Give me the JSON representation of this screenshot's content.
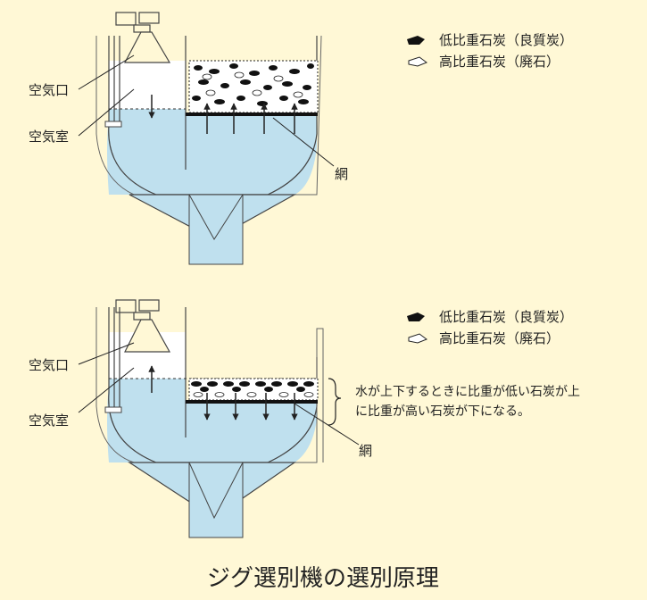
{
  "colors": {
    "background": "#fff8d6",
    "water": "#bfe0ee",
    "outline": "#444444",
    "air": "#ffffff"
  },
  "figures": [
    {
      "labels": {
        "air_inlet": "空気口",
        "air_chamber": "空気室",
        "mesh": "網"
      },
      "legend": [
        {
          "icon": "dark-coal-icon",
          "text": "低比重石炭（良質炭）"
        },
        {
          "icon": "light-stone-icon",
          "text": "高比重石炭（廃石）"
        }
      ],
      "air_arrow": "down",
      "flow_arrows": "up"
    },
    {
      "labels": {
        "air_inlet": "空気口",
        "air_chamber": "空気室",
        "mesh": "網"
      },
      "legend": [
        {
          "icon": "dark-coal-icon",
          "text": "低比重石炭（良質炭）"
        },
        {
          "icon": "light-stone-icon",
          "text": "高比重石炭（廃石）"
        }
      ],
      "air_arrow": "up",
      "flow_arrows": "down",
      "note_lines": [
        "水が上下するときに比重が低い石炭が上",
        "に比重が高い石炭が下になる。"
      ]
    }
  ],
  "caption": "ジグ選別機の選別原理"
}
